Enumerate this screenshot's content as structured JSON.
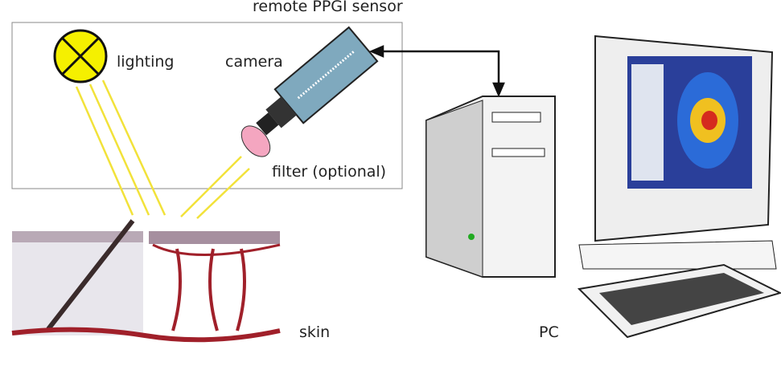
{
  "labels": {
    "sensor": "remote PPGI sensor",
    "lighting": "lighting",
    "camera": "camera",
    "filter": "filter (optional)",
    "skin": "skin",
    "pc": "PC"
  },
  "colors": {
    "lamp": "#f5f000",
    "light_ray": "#f2e23a",
    "camera_body": "#7fa9be",
    "filter": "#f4a6c0",
    "blood_vessel": "#a0202a",
    "skin_surface": "#8a6a7a"
  }
}
